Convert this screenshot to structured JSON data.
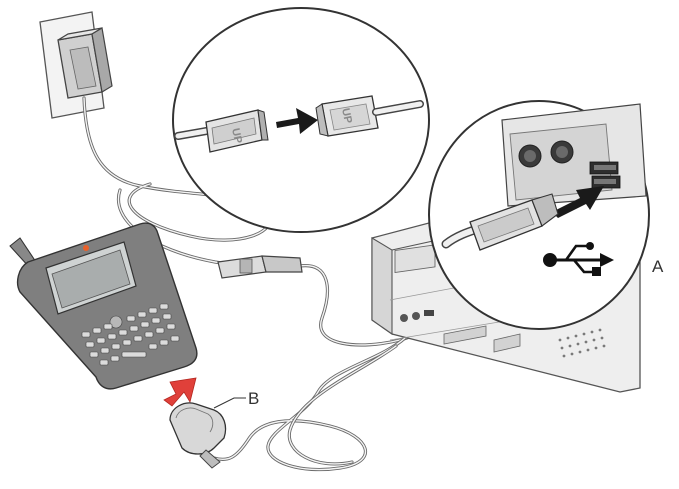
{
  "callouts": {
    "usb_end": "A",
    "device_end": "B"
  },
  "connector_marking": {
    "plug": "UP",
    "socket": "UP"
  },
  "icons": {
    "usb_symbol": "usb-icon",
    "insert_arrow": "arrow-right-icon",
    "device_arrow": "arrow-up-right-icon"
  },
  "colors": {
    "insert_arrow": "#1a1a1a",
    "device_arrow": "#e0403a",
    "line_art": "#555555",
    "fill_light": "#eeeeee",
    "fill_mid": "#cccccc"
  }
}
